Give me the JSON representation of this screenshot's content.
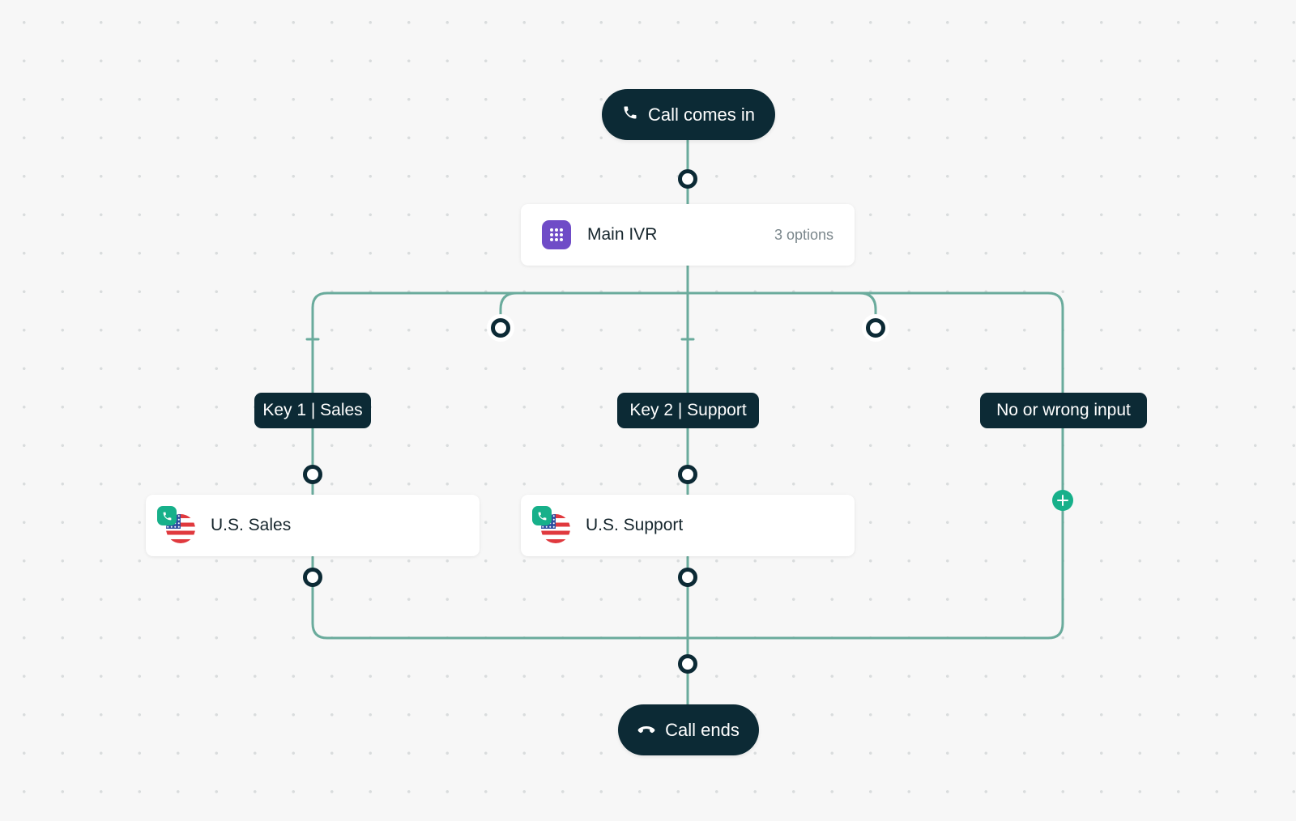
{
  "flow": {
    "start": {
      "label": "Call comes in",
      "icon": "phone-icon"
    },
    "ivr": {
      "title": "Main IVR",
      "options": "3 options",
      "icon": "dialpad-icon"
    },
    "branches": [
      {
        "label": "Key 1 | Sales"
      },
      {
        "label": "Key 2 | Support"
      },
      {
        "label": "No or wrong input"
      }
    ],
    "destinations": [
      {
        "title": "U.S. Sales",
        "icon": "us-flag-icon",
        "badge_icon": "phone-badge-icon"
      },
      {
        "title": "U.S. Support",
        "icon": "us-flag-icon",
        "badge_icon": "phone-badge-icon"
      }
    ],
    "end": {
      "label": "Call ends",
      "icon": "hang-up-icon"
    },
    "add_action_icon": "plus-icon"
  },
  "colors": {
    "node_dark": "#0c2a35",
    "wire": "#6aab9c",
    "ivr_icon_bg": "#6f4cc7",
    "accent_green": "#17b08a",
    "canvas_bg": "#f7f7f7"
  }
}
